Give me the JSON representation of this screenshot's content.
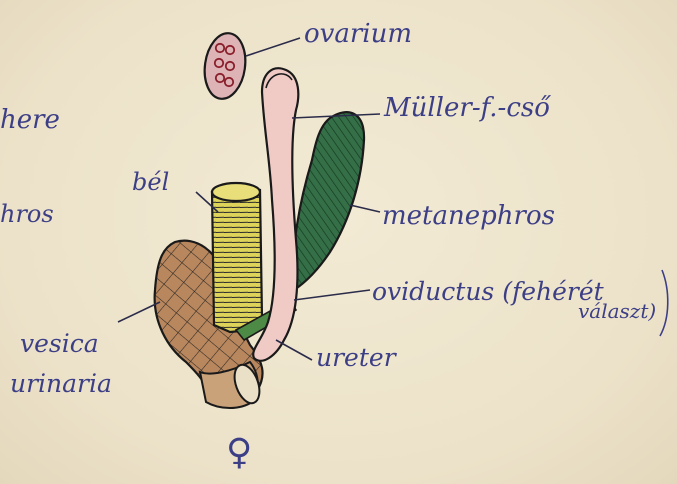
{
  "sheet": {
    "labels": {
      "ovarium": "ovarium",
      "muller": "Müller-f.-cső",
      "metanephros": "metanephros",
      "oviductus": "oviductus (fehérét",
      "oviductus_note": "választ)",
      "ureter": "ureter",
      "rectum": "bél",
      "vesica_1": "vesica",
      "vesica_2": "urinaria",
      "edge_top": "here",
      "edge_mid": "hros",
      "female_symbol": "♀"
    },
    "colors": {
      "ink": "#3d3f86",
      "pencil": "#1a1a1a",
      "ovary_fill": "#ddb3b6",
      "muller_fill": "#f0cbc6",
      "kidney_fill": "#356f47",
      "rectum_fill": "#ddd35a",
      "bladder_fill": "#b8875e",
      "ureter_fill": "#4d8a45",
      "paper": "#eee5cd"
    }
  }
}
